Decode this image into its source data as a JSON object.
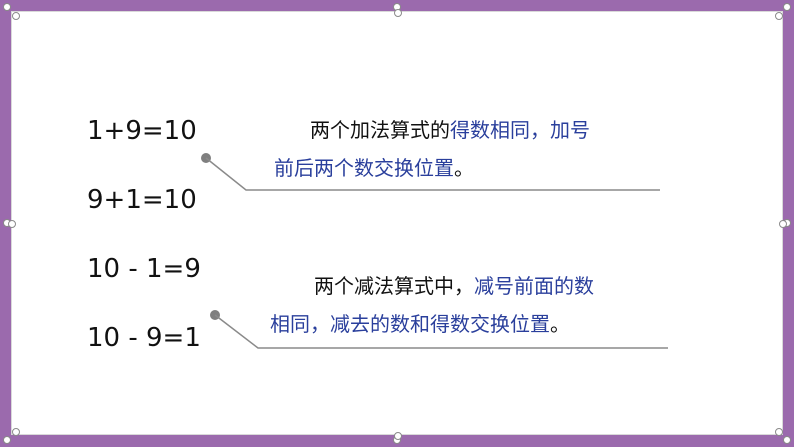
{
  "equations": {
    "e1": "1+9=10",
    "e2": "9+1=10",
    "e3": "10 - 1=9",
    "e4": "10 - 9=1"
  },
  "note_addition": {
    "line1_prefix": "两个加法算式的",
    "line1_highlight1": "得数相同",
    "line1_punct": "，",
    "line1_highlight2": "加号",
    "line2_highlight": "前后两个数交换位置",
    "line2_end": "。"
  },
  "note_subtraction": {
    "line1_prefix": "两个减法算式中，",
    "line1_highlight": "减号前面的数",
    "line2_highlight": "相同，减去的数和得数交换位置",
    "line2_end": "。"
  },
  "colors": {
    "frame": "#9b6aad",
    "highlight_text": "#2a3f9c",
    "connector": "#8a8a8a"
  }
}
